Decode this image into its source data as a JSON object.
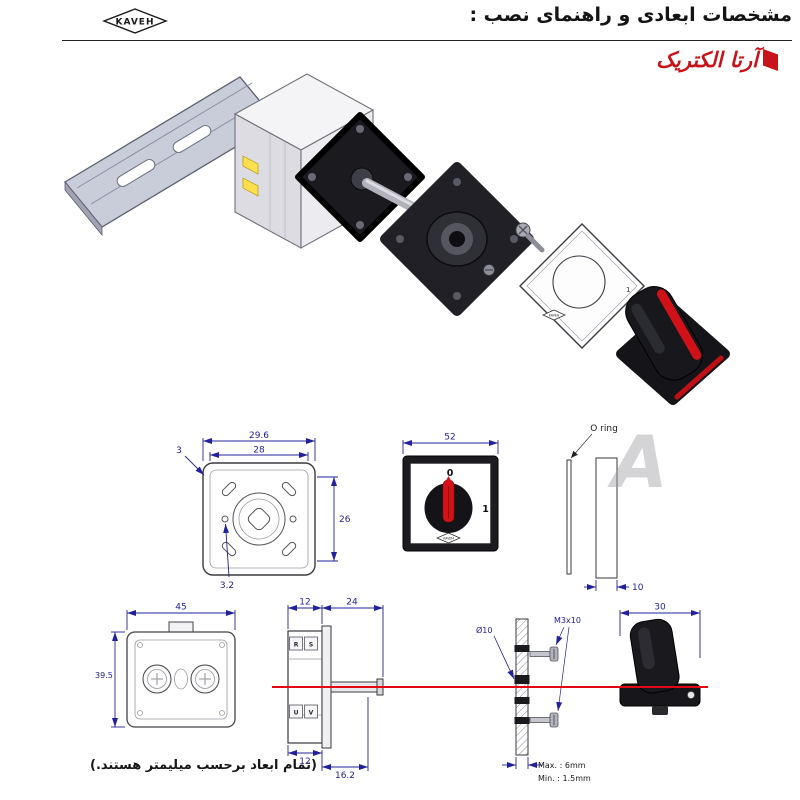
{
  "colors": {
    "dimension_blue": "#22229a",
    "accent_red": "#d31218",
    "centerline_red": "#e30613",
    "line_gray": "#3a3a40"
  },
  "header": {
    "logo": "KAVEH",
    "title": "مشخصات ابعادی و راهنمای نصب :"
  },
  "brand": {
    "name": "آرتا الکتریک"
  },
  "watermark": "A",
  "exploded": {
    "panel_logo": "KAVEH",
    "panel_mark": "1"
  },
  "front_view": {
    "dim_outer_width": "29.6",
    "dim_inner_width": "28",
    "dim_height": "26",
    "dim_corner": "3",
    "dim_hole": "3.2"
  },
  "face_view": {
    "dim_width": "52",
    "pos_off": "0",
    "pos_on": "1",
    "logo": "KAVEH"
  },
  "oring_view": {
    "label": "O ring",
    "dim_width": "10"
  },
  "rear_view": {
    "dim_width": "45",
    "dim_height": "39.5"
  },
  "side_view": {
    "dim_depth_body": "12",
    "dim_depth_shaft": "24",
    "dim_bottom_body": "12",
    "dim_bottom_total": "16.2",
    "terminals": [
      "R",
      "S",
      "U",
      "V"
    ]
  },
  "panel_view": {
    "dim_hole": "Ø10",
    "screw_label": "M3x10",
    "max_label": "Max. : 6mm",
    "min_label": "Min. : 1.5mm"
  },
  "handle_view": {
    "dim_width": "30"
  },
  "footer": {
    "note": "(تمام ابعاد برحسب میلیمتر هستند.)"
  }
}
